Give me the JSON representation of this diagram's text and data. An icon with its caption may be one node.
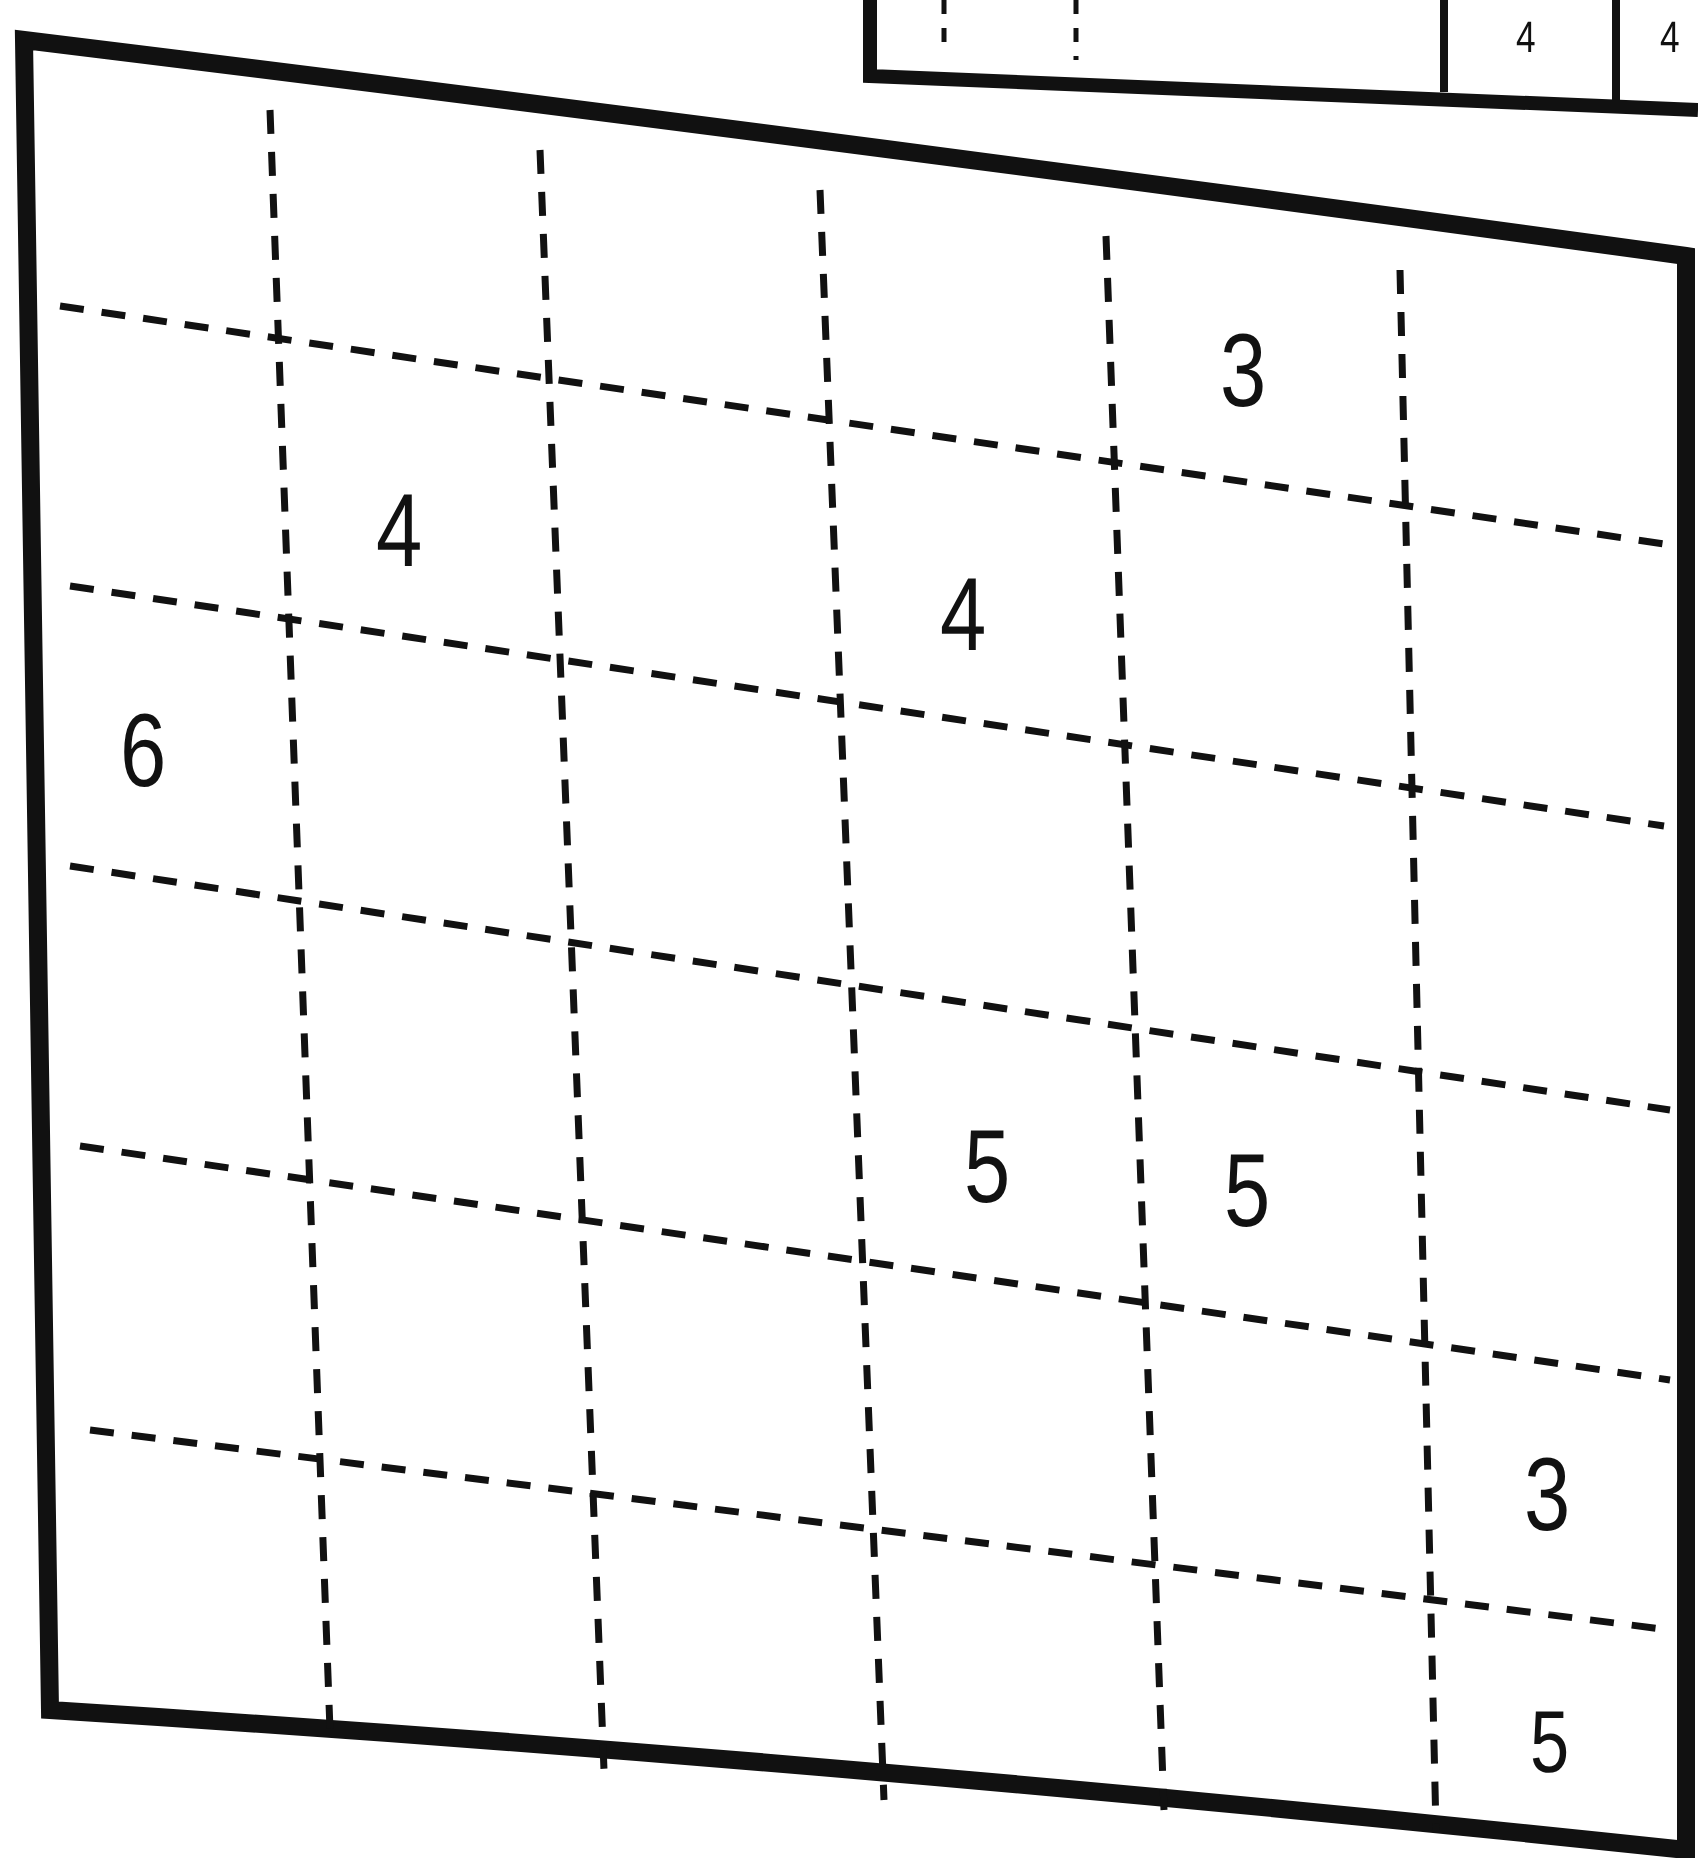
{
  "diagram": {
    "labels": [
      "4",
      "4",
      "3",
      "4",
      "4",
      "6",
      "5",
      "5",
      "3",
      "5"
    ]
  }
}
